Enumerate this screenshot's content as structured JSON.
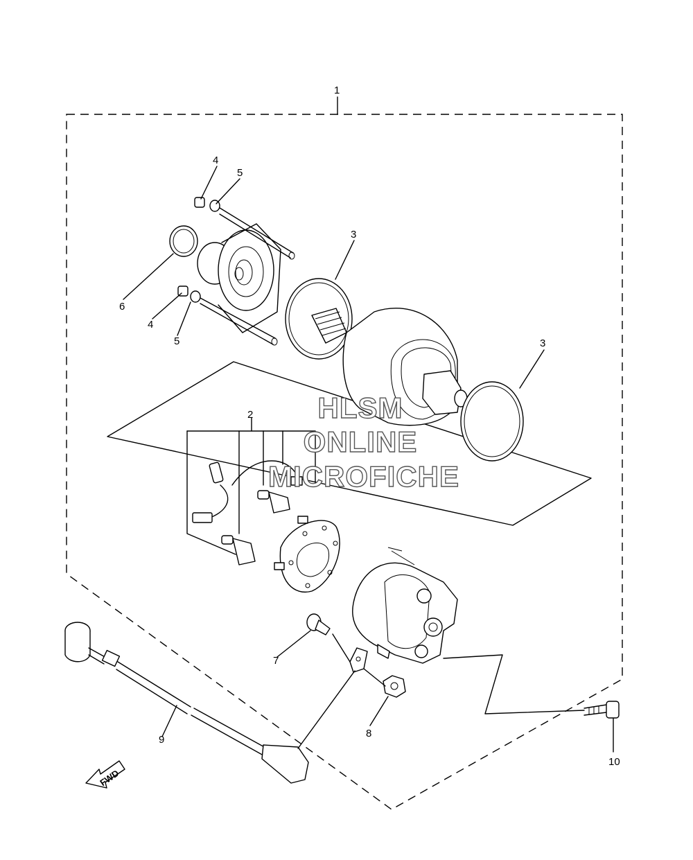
{
  "callouts": {
    "c1": "1",
    "c2": "2",
    "c3a": "3",
    "c3b": "3",
    "c4a": "4",
    "c4b": "4",
    "c5a": "5",
    "c5b": "5",
    "c6": "6",
    "c7": "7",
    "c8": "8",
    "c9": "9",
    "c10": "10"
  },
  "watermark": {
    "line1": "HLSM",
    "line2": "ONLINE",
    "line3": "MICROFICHE"
  },
  "direction_label": "FWD",
  "colors": {
    "line": "#000000",
    "background": "#ffffff",
    "watermark_outline": "#555555"
  }
}
